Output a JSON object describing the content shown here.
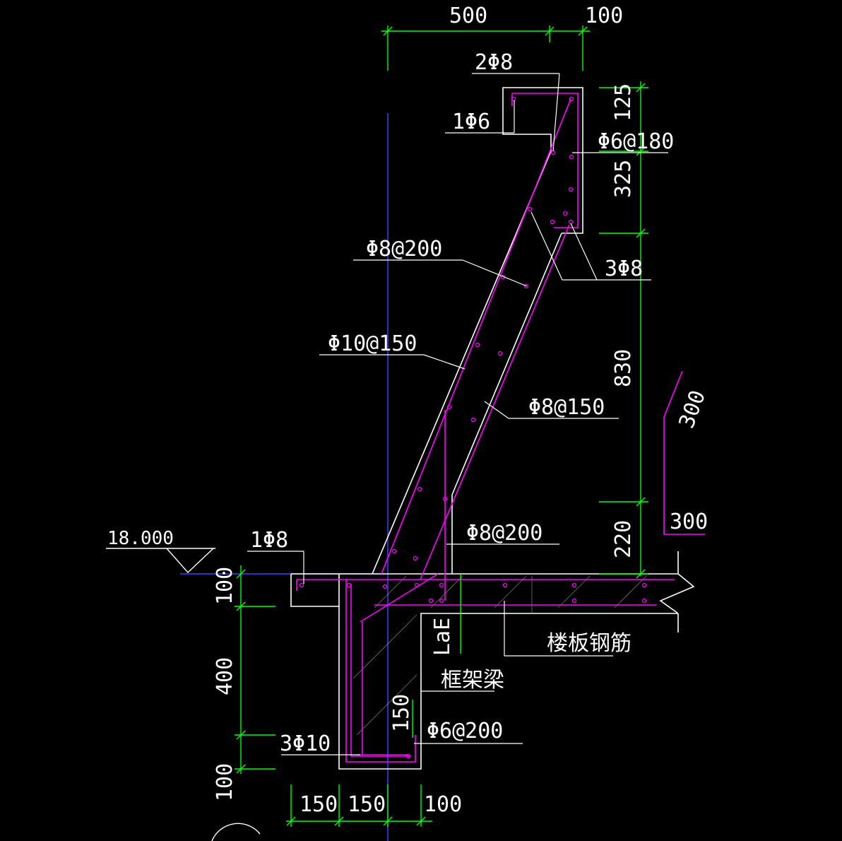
{
  "colors": {
    "background": "#000000",
    "outline": "#ffffff",
    "rebar": "#ff00ff",
    "dimension": "#00ff00",
    "axis": "#4040ff",
    "label_text": "#ffffff"
  },
  "elevation": {
    "label": "18.000"
  },
  "dimensions": {
    "top_500": "500",
    "top_100": "100",
    "right_125": "125",
    "right_325": "325",
    "right_830": "830",
    "right_220": "220",
    "step_300_slope": "300",
    "step_300_flat": "300",
    "left_100_top": "100",
    "left_400": "400",
    "left_100_bottom": "100",
    "bottom_150_a": "150",
    "bottom_150_b": "150",
    "bottom_100": "100",
    "beam_150": "150"
  },
  "rebar_labels": {
    "top_2phi8": "2Φ8",
    "top_1phi6": "1Φ6",
    "stirrup_phi6_180": "Φ6@180",
    "bottom_3phi8": "3Φ8",
    "phi8_200_upper": "Φ8@200",
    "phi10_150": "Φ10@150",
    "phi8_150": "Φ8@150",
    "phi8_200_lower": "Φ8@200",
    "slab_1phi8": "1Φ8",
    "beam_3phi10": "3Φ10",
    "beam_phi6_200": "Φ6@200",
    "lae": "LaE"
  },
  "notes": {
    "frame_beam": "框架梁",
    "slab_reinforcement": "楼板钢筋"
  }
}
